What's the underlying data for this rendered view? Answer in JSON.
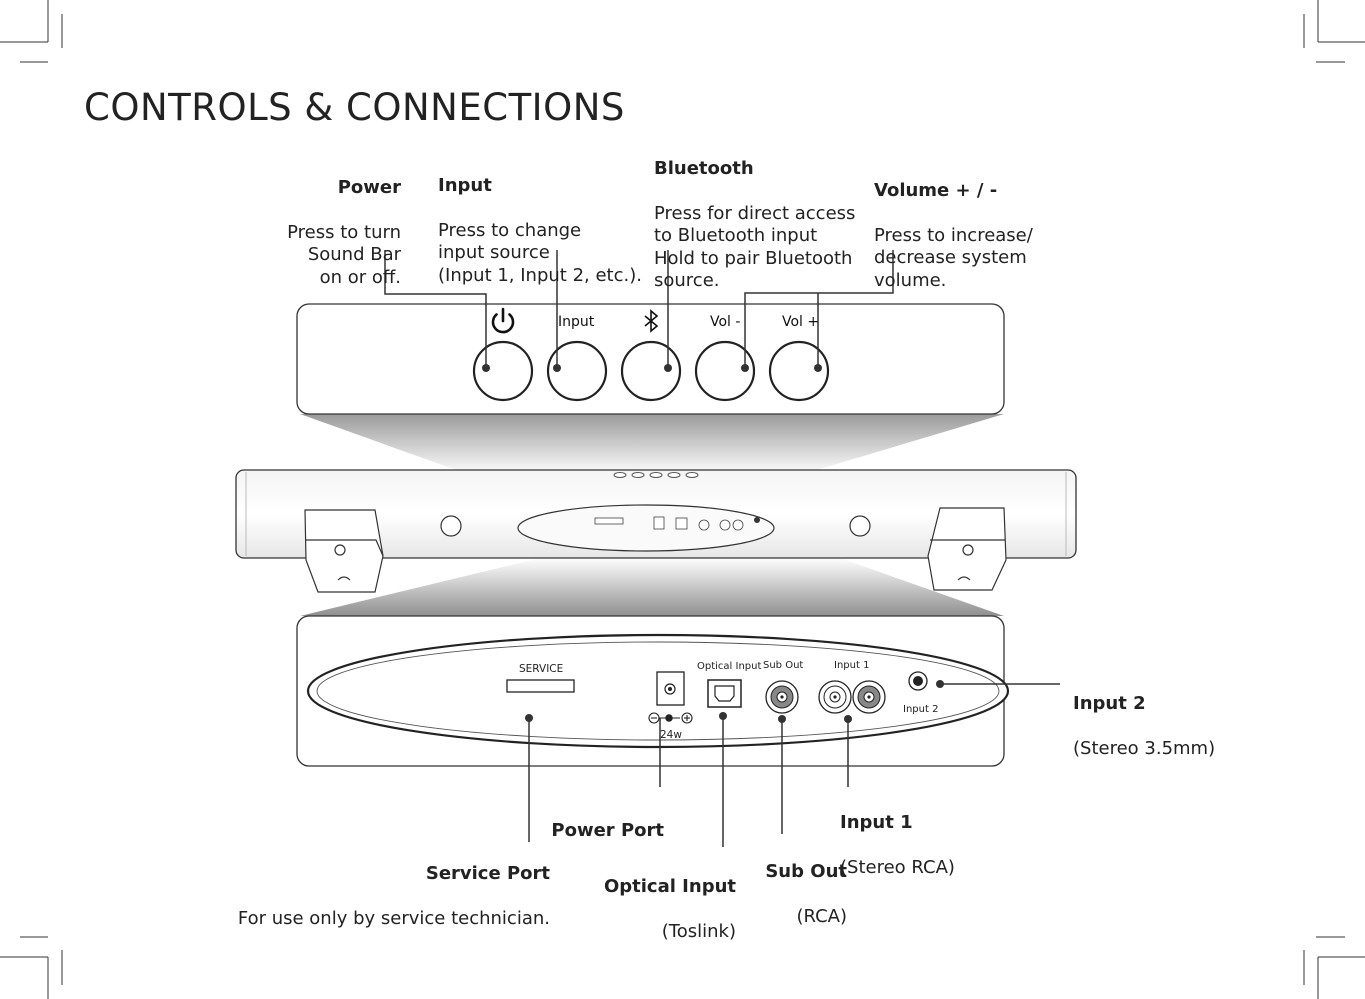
{
  "title": "CONTROLS & CONNECTIONS",
  "top_panel": {
    "button_labels": {
      "input": "Input",
      "vol_minus": "Vol -",
      "vol_plus": "Vol +"
    }
  },
  "rear_panel": {
    "port_labels": {
      "service": "SERVICE",
      "optical": "Optical Input",
      "sub_out": "Sub Out",
      "input1": "Input 1",
      "input2": "Input 2",
      "wattage": "24w"
    }
  },
  "callouts": {
    "power": {
      "heading": "Power",
      "text": "Press to turn\nSound Bar\non or off."
    },
    "input": {
      "heading": "Input",
      "text": "Press to change\n input source\n(Input 1, Input 2, etc.)."
    },
    "bluetooth": {
      "heading": "Bluetooth",
      "text": "Press for direct access\nto Bluetooth input\nHold to pair Bluetooth\nsource."
    },
    "volume": {
      "heading": "Volume + / -",
      "text": "Press to increase/\ndecrease system\nvolume."
    },
    "input2": {
      "heading": "Input 2",
      "text": "(Stereo 3.5mm)"
    },
    "input1": {
      "heading": "Input 1",
      "text": "(Stereo RCA)"
    },
    "power_port": {
      "heading": "Power Port",
      "text": ""
    },
    "service_port": {
      "heading": "Service Port",
      "text": "For use only by service technician."
    },
    "optical_input": {
      "heading": "Optical Input",
      "text": "(Toslink)"
    },
    "sub_out": {
      "heading": "Sub Out",
      "text": "(RCA)"
    }
  }
}
